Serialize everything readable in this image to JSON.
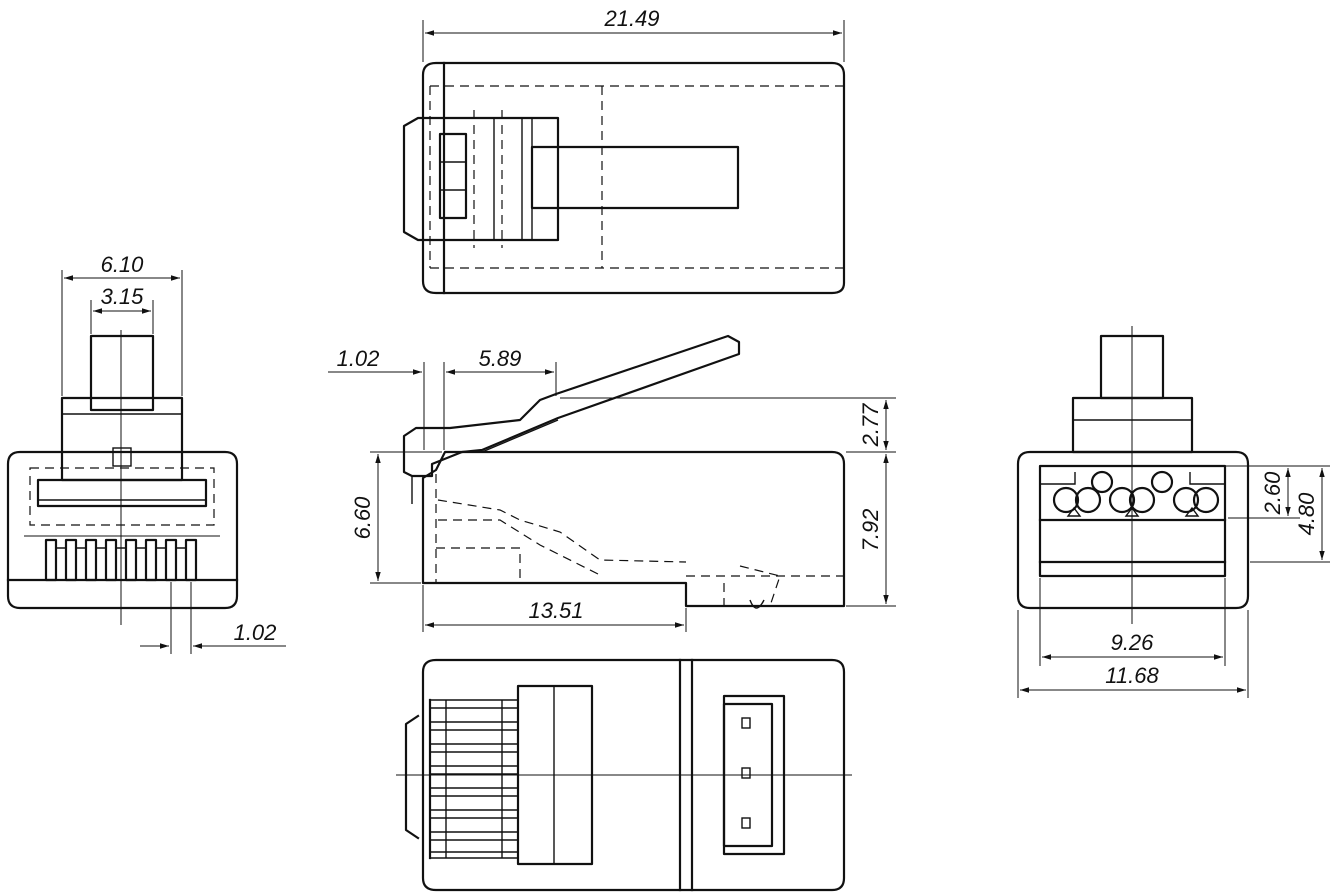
{
  "dimensions": {
    "overall_length": "21.49",
    "front_width_outer": "6.10",
    "front_latch_width": "3.15",
    "front_contact_pitch": "1.02",
    "side_latch_offset": "1.02",
    "side_latch_length": "5.89",
    "side_latch_height": "2.77",
    "side_body_height": "6.60",
    "side_overall_height": "7.92",
    "side_bottom_length": "13.51",
    "rear_inner_height": "2.60",
    "rear_outer_height": "4.80",
    "rear_inner_width": "9.26",
    "rear_outer_width": "11.68"
  }
}
